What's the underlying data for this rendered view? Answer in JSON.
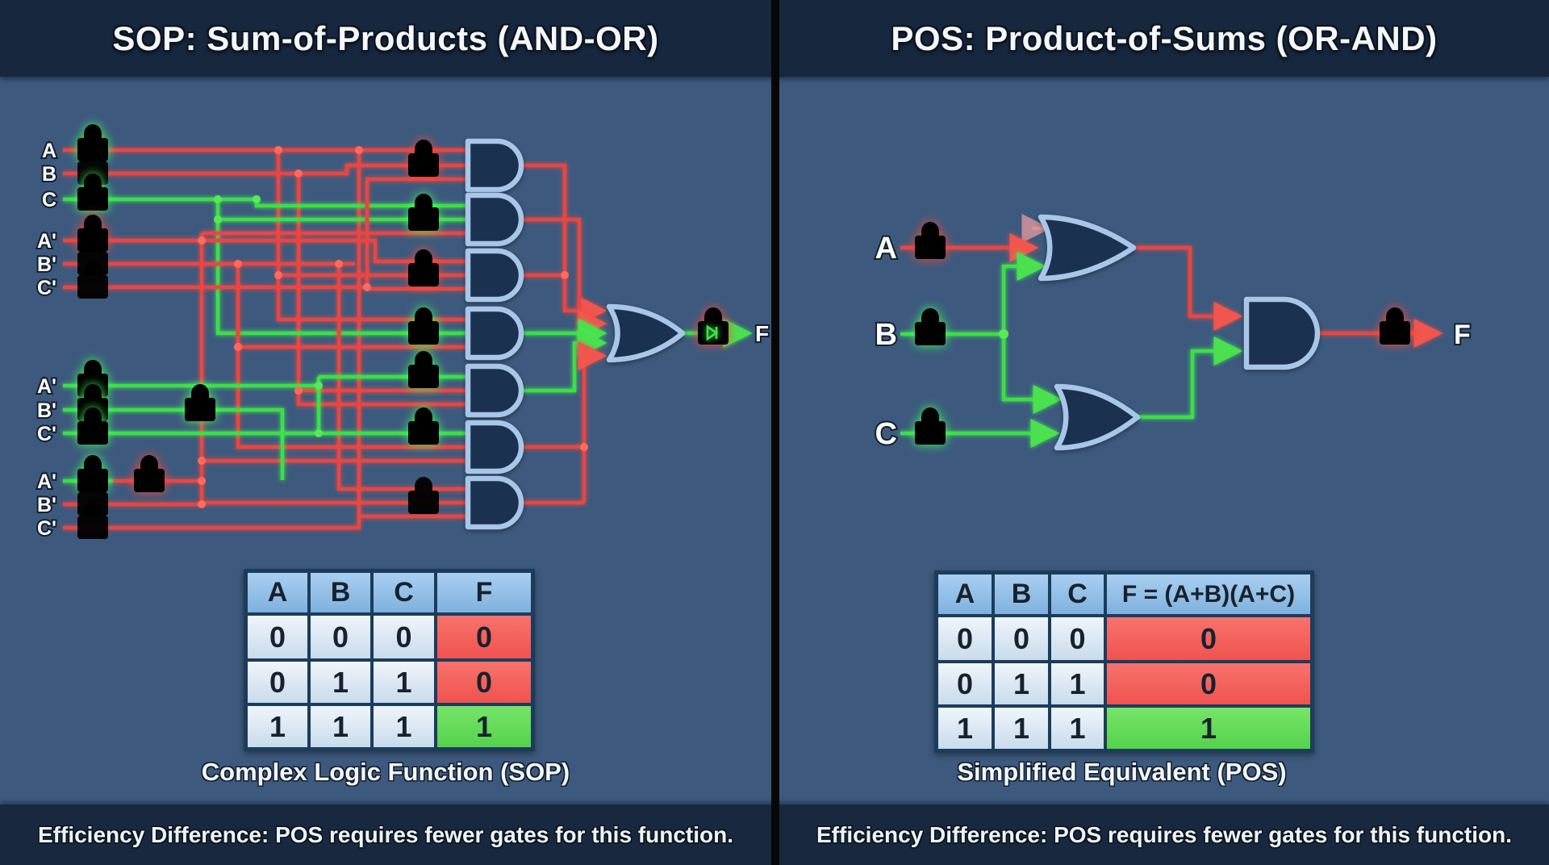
{
  "left_panel": {
    "title": "SOP: Sum-of-Products (AND-OR)",
    "inputs": {
      "group1": [
        "A",
        "B",
        "C"
      ],
      "group2": [
        "A'",
        "B'",
        "C'"
      ],
      "group3": [
        "A'",
        "B'",
        "C'"
      ],
      "group4": [
        "A'",
        "B'",
        "C'"
      ]
    },
    "output_label": "F",
    "gates": {
      "and_gate_count": 7,
      "or_gate_count": 1
    },
    "truth_table": {
      "headers": [
        "A",
        "B",
        "C",
        "F"
      ],
      "rows": [
        [
          "0",
          "0",
          "0",
          "0"
        ],
        [
          "0",
          "1",
          "1",
          "0"
        ],
        [
          "1",
          "1",
          "1",
          "1"
        ]
      ],
      "f_cell_colors": [
        "red",
        "red",
        "green"
      ]
    },
    "caption": "Complex Logic Function (SOP)",
    "footer": "Efficiency Difference: POS requires fewer gates for this function."
  },
  "right_panel": {
    "title": "POS: Product-of-Sums (OR-AND)",
    "inputs": [
      "A",
      "B",
      "C"
    ],
    "output_label": "F",
    "gates": {
      "or_gate_count": 2,
      "and_gate_count": 1
    },
    "truth_table": {
      "headers": [
        "A",
        "B",
        "C",
        "F = (A+B)(A+C)"
      ],
      "rows": [
        [
          "0",
          "0",
          "0",
          "0"
        ],
        [
          "0",
          "1",
          "1",
          "0"
        ],
        [
          "1",
          "1",
          "1",
          "1"
        ]
      ],
      "f_cell_colors": [
        "red",
        "red",
        "green"
      ]
    },
    "caption": "Simplified Equivalent (POS)",
    "footer": "Efficiency Difference: POS requires fewer gates for this function."
  },
  "icons": {
    "and_gate": "D-shaped AND logic gate",
    "or_gate": "curved OR logic gate",
    "led": "LED diode indicator with dome"
  },
  "colors": {
    "panel_background": "#3d5a7e",
    "header_footer_bar": "#16273e",
    "divider": "#060708",
    "wire_red": "#e64744",
    "wire_green": "#3ede46",
    "gate_fill": "#1b3150",
    "gate_outline": "#a8c6e8",
    "led_red": "#ff4a3c",
    "led_green": "#3fe44a",
    "led_dark_red": "#a62a24",
    "table_header": "#8fbce6",
    "table_cell": "#dde8f2",
    "table_false_cell": "#f0534f",
    "table_true_cell": "#55d24c"
  }
}
